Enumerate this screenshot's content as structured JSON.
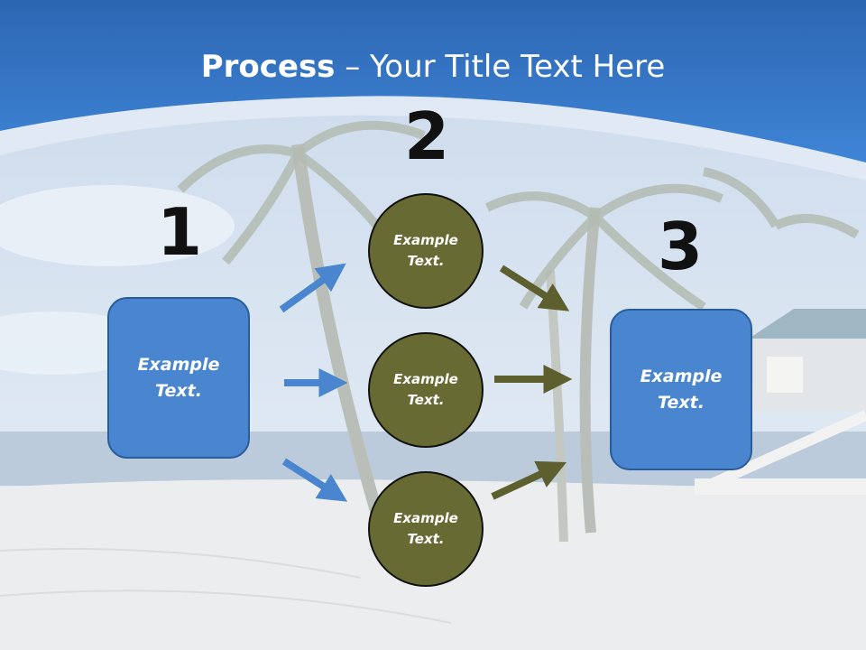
{
  "slide": {
    "title_bold": "Process",
    "title_rest": " – Your Title Text Here",
    "steps": [
      {
        "number": "1",
        "text": "Example\nText."
      },
      {
        "number": "2",
        "circles": [
          {
            "text": "Example\nText."
          },
          {
            "text": "Example\nText."
          },
          {
            "text": "Example\nText."
          }
        ]
      },
      {
        "number": "3",
        "text": "Example\nText."
      }
    ]
  },
  "colors": {
    "header_blue": "#3a7ccc",
    "box_blue": "#4a86cf",
    "blue_arrow": "#4a86cf",
    "olive": "#686a33",
    "number_text": "#111111"
  }
}
